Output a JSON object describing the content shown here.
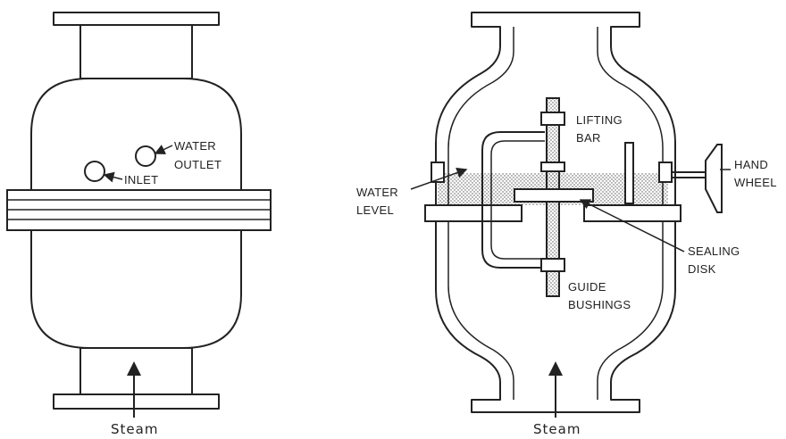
{
  "left_figure": {
    "labels": {
      "water_outlet_line1": "WATER",
      "water_outlet_line2": "OUTLET",
      "inlet": "INLET",
      "steam": "Steam"
    }
  },
  "right_figure": {
    "labels": {
      "lifting_bar_line1": "LIFTING",
      "lifting_bar_line2": "BAR",
      "hand_wheel_line1": "HAND",
      "hand_wheel_line2": "WHEEL",
      "water_level_line1": "WATER",
      "water_level_line2": "LEVEL",
      "sealing_disk_line1": "SEALING",
      "sealing_disk_line2": "DISK",
      "guide_bushings_line1": "GUIDE",
      "guide_bushings_line2": "BUSHINGS",
      "steam": "Steam"
    }
  }
}
